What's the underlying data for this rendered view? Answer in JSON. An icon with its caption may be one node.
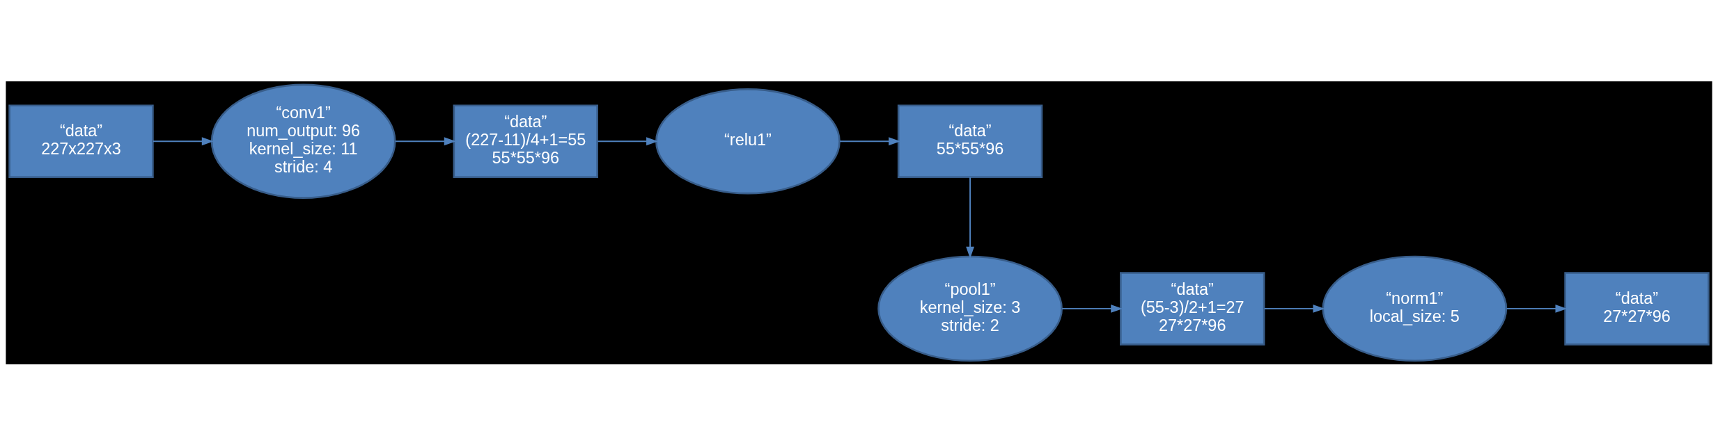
{
  "diagram": {
    "nodes": [
      {
        "text": [
          "“data”",
          "227x227x3"
        ]
      },
      {
        "text": [
          "“conv1”",
          "num_output: 96",
          "kernel_size: 11",
          "stride: 4"
        ]
      },
      {
        "text": [
          "“data”",
          "(227-11)/4+1=55",
          "55*55*96"
        ]
      },
      {
        "text": [
          "“relu1”"
        ]
      },
      {
        "text": [
          "“data”",
          "55*55*96"
        ]
      },
      {
        "text": [
          "“pool1”",
          "kernel_size: 3",
          "stride: 2"
        ]
      },
      {
        "text": [
          "“data”",
          "(55-3)/2+1=27",
          "27*27*96"
        ]
      },
      {
        "text": [
          "“norm1”",
          "local_size: 5"
        ]
      },
      {
        "text": [
          "“data”",
          "27*27*96"
        ]
      }
    ],
    "edges": [
      {
        "from": 0,
        "to": 1,
        "arrow": "to"
      },
      {
        "from": 1,
        "to": 2,
        "arrow": "to"
      },
      {
        "from": 2,
        "to": 3,
        "arrow": "to"
      },
      {
        "from": 3,
        "to": 4,
        "arrow": "to"
      },
      {
        "from": 4,
        "to": 5,
        "arrow": "to"
      },
      {
        "from": 5,
        "to": 6,
        "arrow": "to"
      },
      {
        "from": 6,
        "to": 7,
        "arrow": "to"
      },
      {
        "from": 7,
        "to": 8,
        "arrow": "to"
      }
    ]
  }
}
